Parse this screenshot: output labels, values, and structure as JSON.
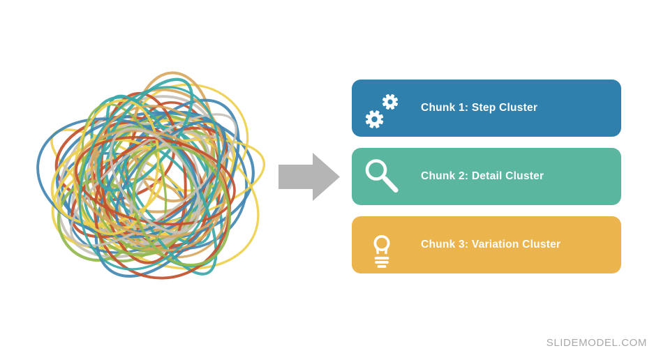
{
  "diagram": {
    "tangle": {
      "description": "tangled-scribble-ball",
      "colors": [
        "#4287b2",
        "#eed04e",
        "#d8a75f",
        "#c2512f",
        "#93b84e",
        "#c7c1b7",
        "#3aa8a8"
      ],
      "count": 49,
      "stroke_width_min": 3.2,
      "stroke_width_max": 4.4
    },
    "arrow": {
      "color": "#b5b5b5",
      "direction": "right"
    },
    "cards": [
      {
        "label": "Chunk 1: Step Cluster",
        "color": "#2f80ac",
        "icon": "gears-icon"
      },
      {
        "label": "Chunk 2: Detail Cluster",
        "color": "#5bb6a0",
        "icon": "magnifier-icon"
      },
      {
        "label": "Chunk 3: Variation Cluster",
        "color": "#ecb44d",
        "icon": "lightbulb-icon"
      }
    ],
    "icon_color": "#ffffff",
    "label_color": "#ffffff"
  },
  "watermark": {
    "text": "SLIDEMODEL.COM",
    "color": "#a9a9a9"
  }
}
